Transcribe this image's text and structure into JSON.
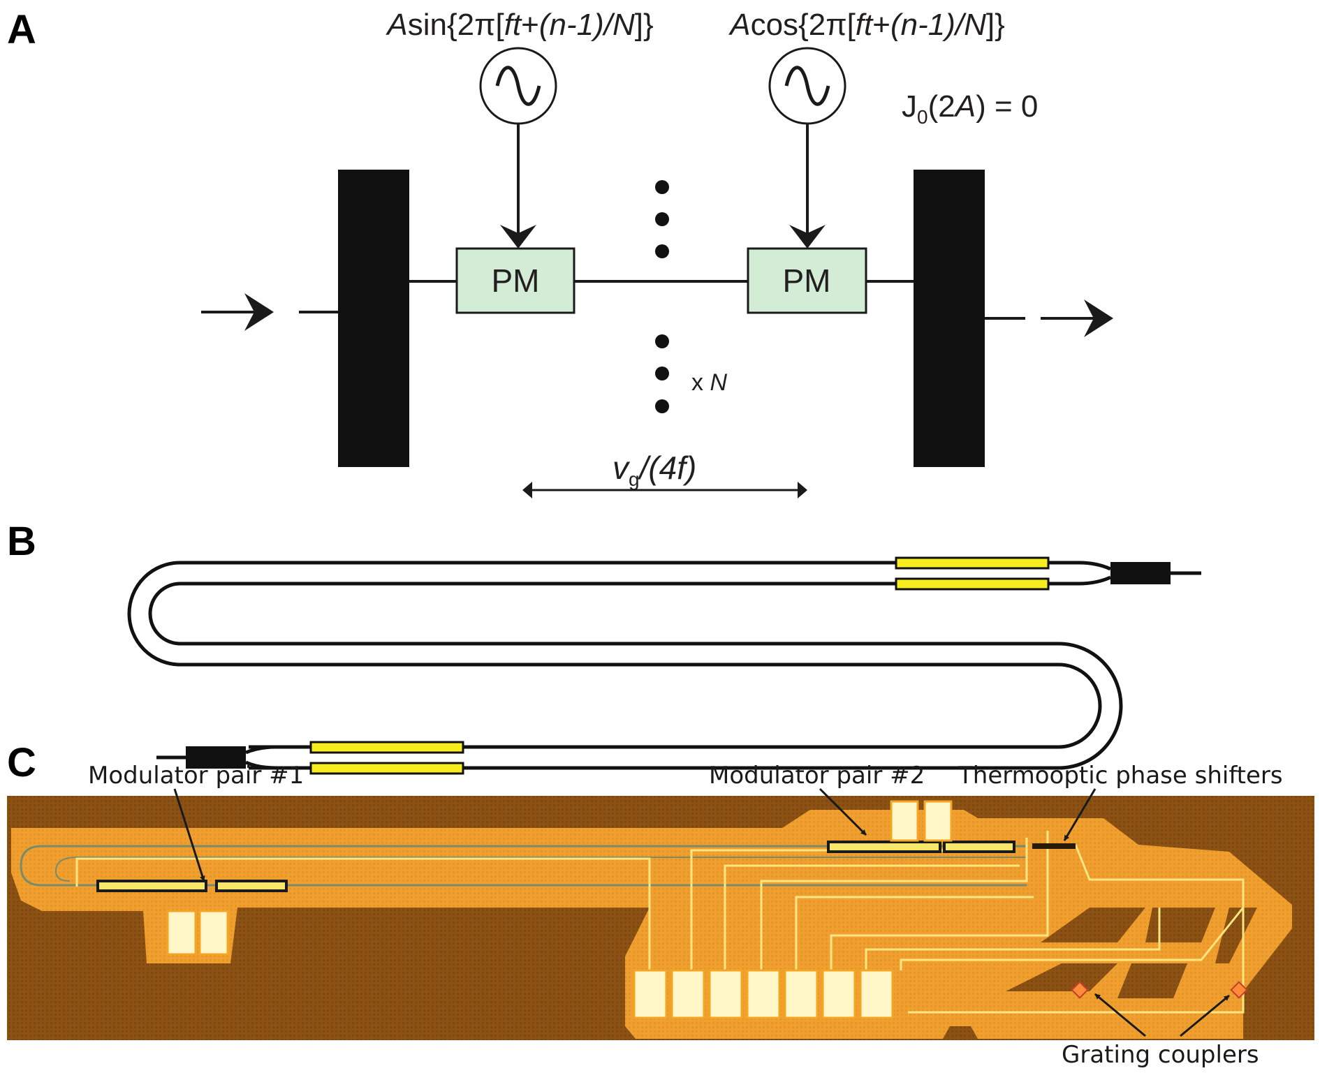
{
  "panels": {
    "a": {
      "label": "A",
      "signal_left": {
        "amp": "A",
        "fn": "sin",
        "open": "{2π[",
        "ft": "ft",
        "plus": "+",
        "phase": "(n-1)/N",
        "close": "]}"
      },
      "signal_right": {
        "amp": "A",
        "fn": "cos",
        "open": "{2π[",
        "ft": "ft",
        "plus": "+",
        "phase": "(n-1)/N",
        "close": "]}"
      },
      "bessel": {
        "fn": "J",
        "sub": "0",
        "arg_open": "(2",
        "arg_var": "A",
        "arg_close": ") = 0"
      },
      "modulator_left": "PM",
      "modulator_right": "PM",
      "repeat": {
        "prefix": "x ",
        "var": "N"
      },
      "spacing": {
        "var": "v",
        "sub": "g",
        "rest": "/(4f)"
      },
      "source_icon": "sine-wave-source-icon"
    },
    "b": {
      "label": "B"
    },
    "c": {
      "label": "C",
      "annotations": {
        "mod1": "Modulator pair #1",
        "mod2": "Modulator pair #2",
        "thermo": "Thermooptic phase shifters",
        "grating": "Grating couplers"
      }
    }
  },
  "colors": {
    "pm_fill": "#d3ecd5",
    "electrode": "#f7ec1e",
    "chip_bg": "#8a4f12",
    "chip_waveguide": "#f4a623",
    "chip_pad": "#fff7c8"
  }
}
